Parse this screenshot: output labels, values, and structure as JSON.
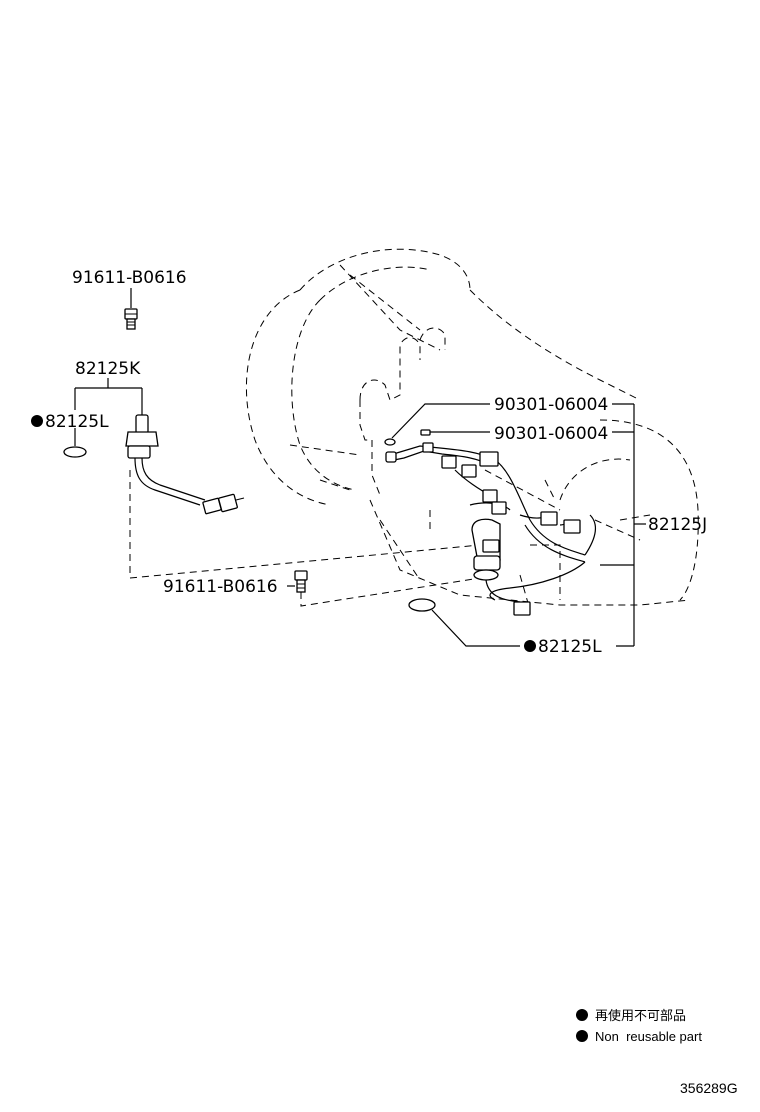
{
  "labels": {
    "bolt_top": "91611-B0616",
    "sensor_top": "82125K",
    "oring_left": "82125L",
    "plug_1": "90301-06004",
    "plug_2": "90301-06004",
    "harness": "82125J",
    "bolt_lower": "91611-B0616",
    "oring_lower": "82125L"
  },
  "legend": {
    "japanese": "再使用不可部品",
    "english": "Non  reusable part"
  },
  "diagram_code": "356289G"
}
